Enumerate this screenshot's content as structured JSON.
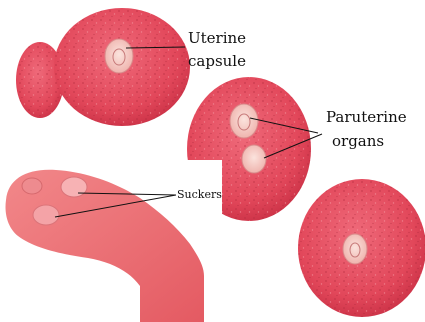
{
  "labels": {
    "uterine_capsule_line1": "Uterine",
    "uterine_capsule_line2": "capsule",
    "paruterine_line1": "Paruterine",
    "paruterine_line2": "organs",
    "suckers": "Suckers"
  },
  "colors": {
    "segment": "#e2475a",
    "segment_edge": "#c93045",
    "scolex": "#ef6f73",
    "scolex_dark": "#d9545c",
    "organ": "#f3c9c2"
  }
}
